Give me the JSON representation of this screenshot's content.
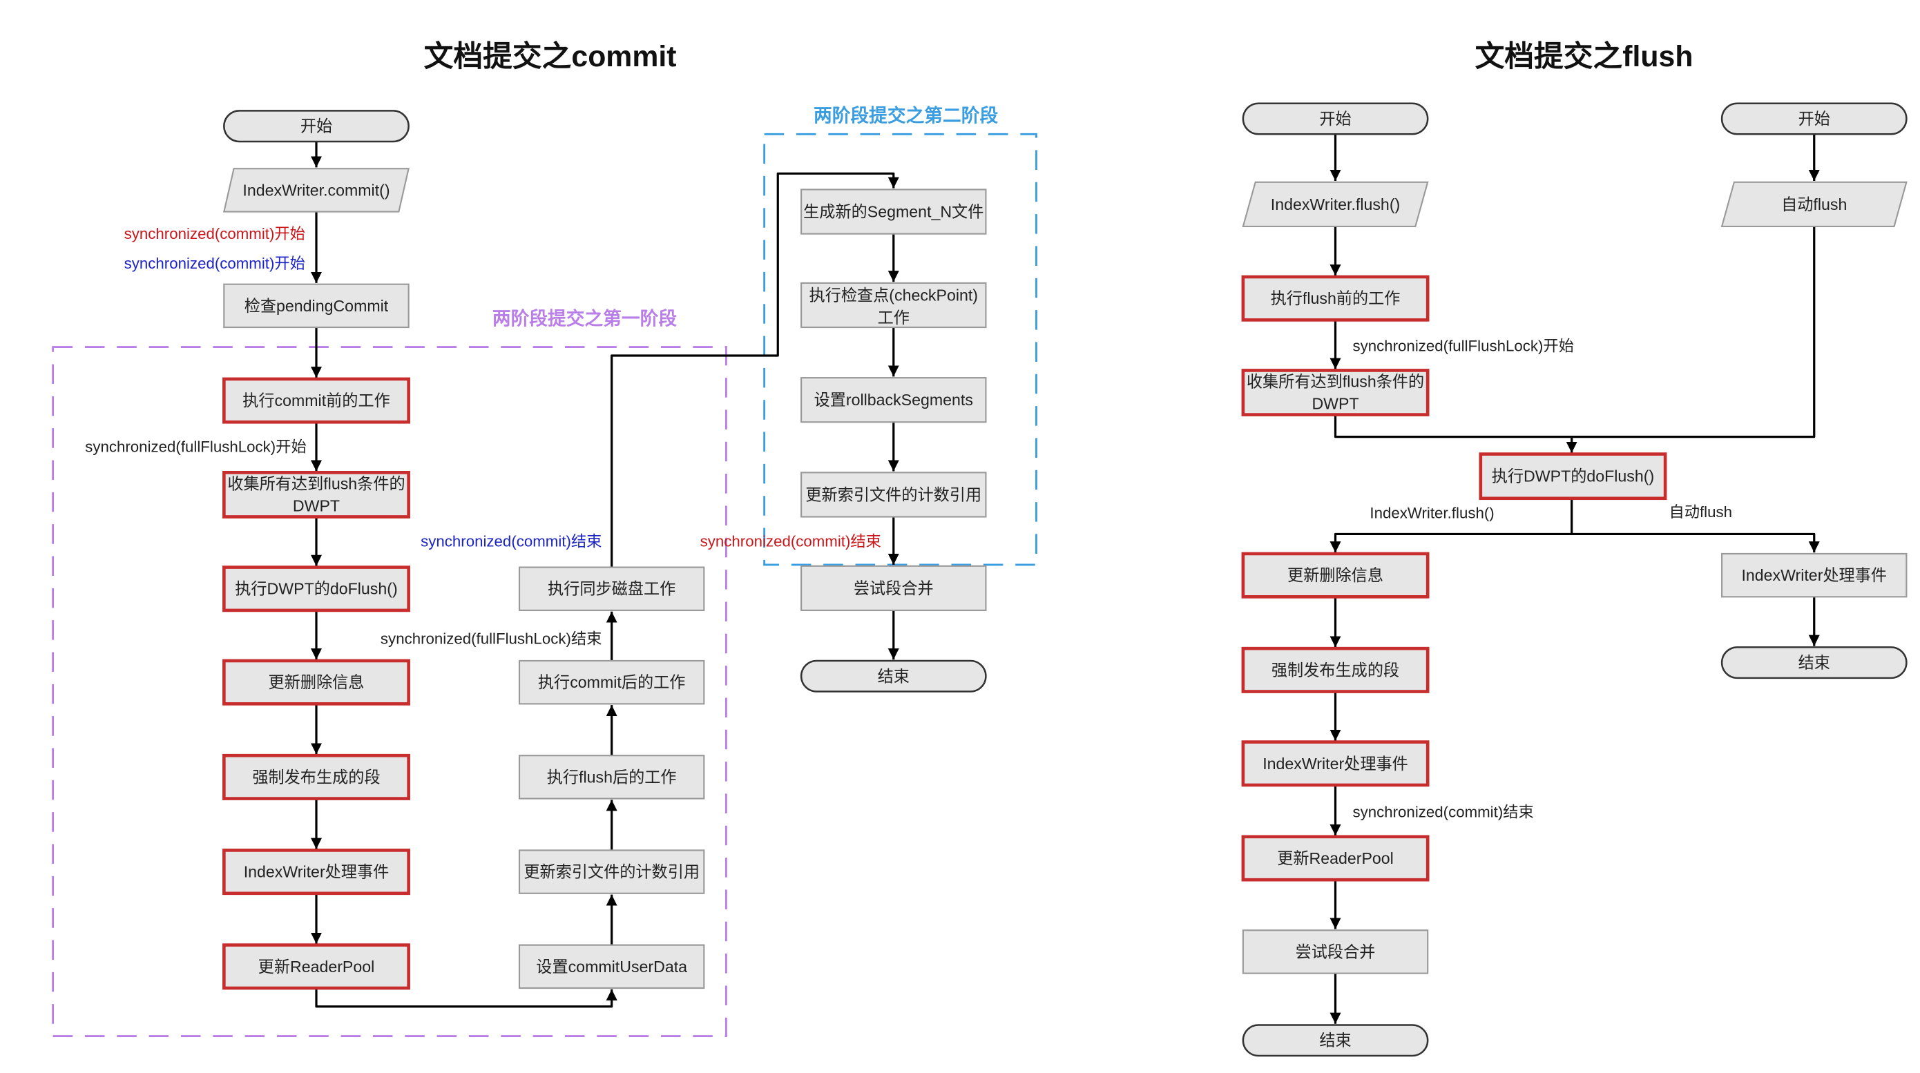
{
  "colors": {
    "highlight_border": "#c82d2d",
    "phase_one": "#b97ee8",
    "phase_two": "#3a9de0",
    "lock_red": "#c8161b",
    "lock_blue": "#1c23c4"
  },
  "commit_diagram": {
    "title": "文档提交之commit",
    "phase_one_label": "两阶段提交之第一阶段",
    "phase_two_label": "两阶段提交之第二阶段",
    "nodes": {
      "start": "开始",
      "commit_call": "IndexWriter.commit()",
      "check_pending": "检查pendingCommit",
      "pre_commit": "执行commit前的工作",
      "collect_dwpt": [
        "收集所有达到flush条件的",
        "DWPT"
      ],
      "do_flush": "执行DWPT的doFlush()",
      "update_deletes": "更新删除信息",
      "publish_segments": "强制发布生成的段",
      "process_events": "IndexWriter处理事件",
      "update_reader_pool": "更新ReaderPool",
      "set_commit_user_data": "设置commitUserData",
      "update_ref_counts_1": "更新索引文件的计数引用",
      "post_flush": "执行flush后的工作",
      "post_commit": "执行commit后的工作",
      "sync_disk": "执行同步磁盘工作",
      "gen_segments_n": "生成新的Segment_N文件",
      "checkpoint": [
        "执行检查点(checkPoint)",
        "工作"
      ],
      "set_rollback": "设置rollbackSegments",
      "update_ref_counts_2": "更新索引文件的计数引用",
      "try_merge": "尝试段合并",
      "end": "结束"
    },
    "edge_labels": {
      "commit_lock_start_red": "synchronized(commit)开始",
      "commit_lock_start_blue": "synchronized(commit)开始",
      "full_flush_lock_start": "synchronized(fullFlushLock)开始",
      "commit_lock_end_blue": "synchronized(commit)结束",
      "full_flush_lock_end": "synchronized(fullFlushLock)结束",
      "commit_lock_end_red": "synchronized(commit)结束"
    }
  },
  "flush_diagram": {
    "title": "文档提交之flush",
    "nodes": {
      "start_manual": "开始",
      "flush_call": "IndexWriter.flush()",
      "pre_flush": "执行flush前的工作",
      "collect_dwpt": [
        "收集所有达到flush条件的",
        "DWPT"
      ],
      "start_auto": "开始",
      "auto_flush": "自动flush",
      "do_flush": "执行DWPT的doFlush()",
      "update_deletes": "更新删除信息",
      "publish_segments": "强制发布生成的段",
      "process_events": "IndexWriter处理事件",
      "update_reader_pool": "更新ReaderPool",
      "try_merge": "尝试段合并",
      "end_manual": "结束",
      "process_events_auto": "IndexWriter处理事件",
      "end_auto": "结束"
    },
    "edge_labels": {
      "full_flush_lock_start": "synchronized(fullFlushLock)开始",
      "branch_manual": "IndexWriter.flush()",
      "branch_auto": "自动flush",
      "commit_lock_end": "synchronized(commit)结束"
    }
  }
}
